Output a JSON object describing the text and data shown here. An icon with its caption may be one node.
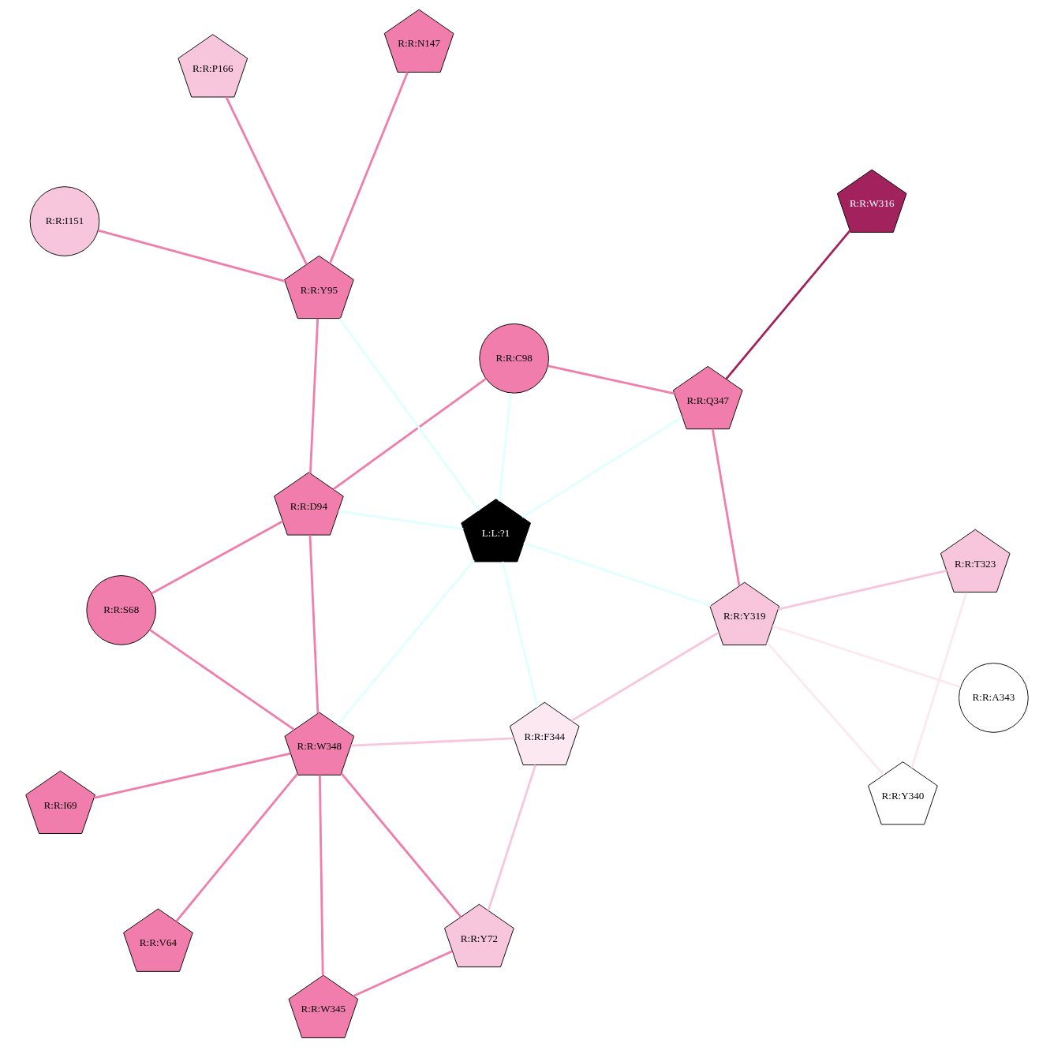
{
  "diagram": {
    "nodes": [
      {
        "text": [
          "R:R:V64"
        ]
      },
      {
        "text": [
          "R:R:A343"
        ]
      },
      {
        "text": [
          "R:R:S68"
        ]
      },
      {
        "text": [
          "R:R:D94"
        ]
      },
      {
        "text": [
          "R:R:W345"
        ]
      },
      {
        "text": [
          "R:R:I69"
        ]
      },
      {
        "text": [
          "R:R:W348"
        ]
      },
      {
        "text": [
          "R:R:Y95"
        ]
      },
      {
        "text": [
          "R:R:Y340"
        ]
      },
      {
        "text": [
          "L:L:?1"
        ]
      },
      {
        "text": [
          "R:R:Y72"
        ]
      },
      {
        "text": [
          "R:R:Q347"
        ]
      },
      {
        "text": [
          "R:R:C98"
        ]
      },
      {
        "text": [
          "R:R:T323"
        ]
      },
      {
        "text": [
          "R:R:F344"
        ]
      },
      {
        "text": [
          "R:R:Y319"
        ]
      },
      {
        "text": [
          "R:R:N147"
        ]
      },
      {
        "text": [
          "R:R:W316"
        ]
      },
      {
        "text": [
          "R:R:I151"
        ]
      },
      {
        "text": [
          "R:R:P166"
        ]
      }
    ],
    "edges": [
      {
        "from": 0,
        "to": 6,
        "arrow": "none"
      },
      {
        "from": 2,
        "to": 6,
        "arrow": "none"
      },
      {
        "from": 2,
        "to": 3,
        "arrow": "none"
      },
      {
        "from": 4,
        "to": 6,
        "arrow": "none"
      },
      {
        "from": 4,
        "to": 10,
        "arrow": "none"
      },
      {
        "from": 6,
        "to": 5,
        "arrow": "none"
      },
      {
        "from": 6,
        "to": 3,
        "arrow": "none"
      },
      {
        "from": 6,
        "to": 10,
        "arrow": "none"
      },
      {
        "from": 3,
        "to": 7,
        "arrow": "none"
      },
      {
        "from": 3,
        "to": 12,
        "arrow": "none"
      },
      {
        "from": 7,
        "to": 16,
        "arrow": "none"
      },
      {
        "from": 7,
        "to": 19,
        "arrow": "none"
      },
      {
        "from": 7,
        "to": 18,
        "arrow": "none"
      },
      {
        "from": 11,
        "to": 12,
        "arrow": "none"
      },
      {
        "from": 11,
        "to": 15,
        "arrow": "none"
      },
      {
        "from": 11,
        "to": 17,
        "arrow": "none",
        "color": "#a2225e"
      },
      {
        "from": 6,
        "to": 14,
        "arrow": "none",
        "color": "#f8c6dc"
      },
      {
        "from": 10,
        "to": 14,
        "arrow": "none",
        "color": "#f8c6dc"
      },
      {
        "from": 14,
        "to": 15,
        "arrow": "none",
        "color": "#f8c6dc"
      },
      {
        "from": 13,
        "to": 15,
        "arrow": "none",
        "color": "#f8c6dc"
      },
      {
        "from": 1,
        "to": 15,
        "arrow": "none",
        "color": "#fce8f1"
      },
      {
        "from": 8,
        "to": 13,
        "arrow": "none",
        "color": "#fce8f1"
      },
      {
        "from": 8,
        "to": 15,
        "arrow": "none",
        "color": "#fce8f1"
      },
      {
        "from": 9,
        "to": 3,
        "arrow": "none",
        "color": "#e0ffff"
      },
      {
        "from": 9,
        "to": 6,
        "arrow": "none",
        "color": "#e0ffff"
      },
      {
        "from": 9,
        "to": 7,
        "arrow": "none",
        "color": "#e0ffff"
      },
      {
        "from": 9,
        "to": 11,
        "arrow": "none",
        "color": "#e0ffff"
      },
      {
        "from": 9,
        "to": 12,
        "arrow": "none",
        "color": "#e0ffff"
      },
      {
        "from": 9,
        "to": 14,
        "arrow": "none",
        "color": "#e0ffff"
      },
      {
        "from": 9,
        "to": 15,
        "arrow": "none",
        "color": "#e0ffff"
      }
    ]
  }
}
